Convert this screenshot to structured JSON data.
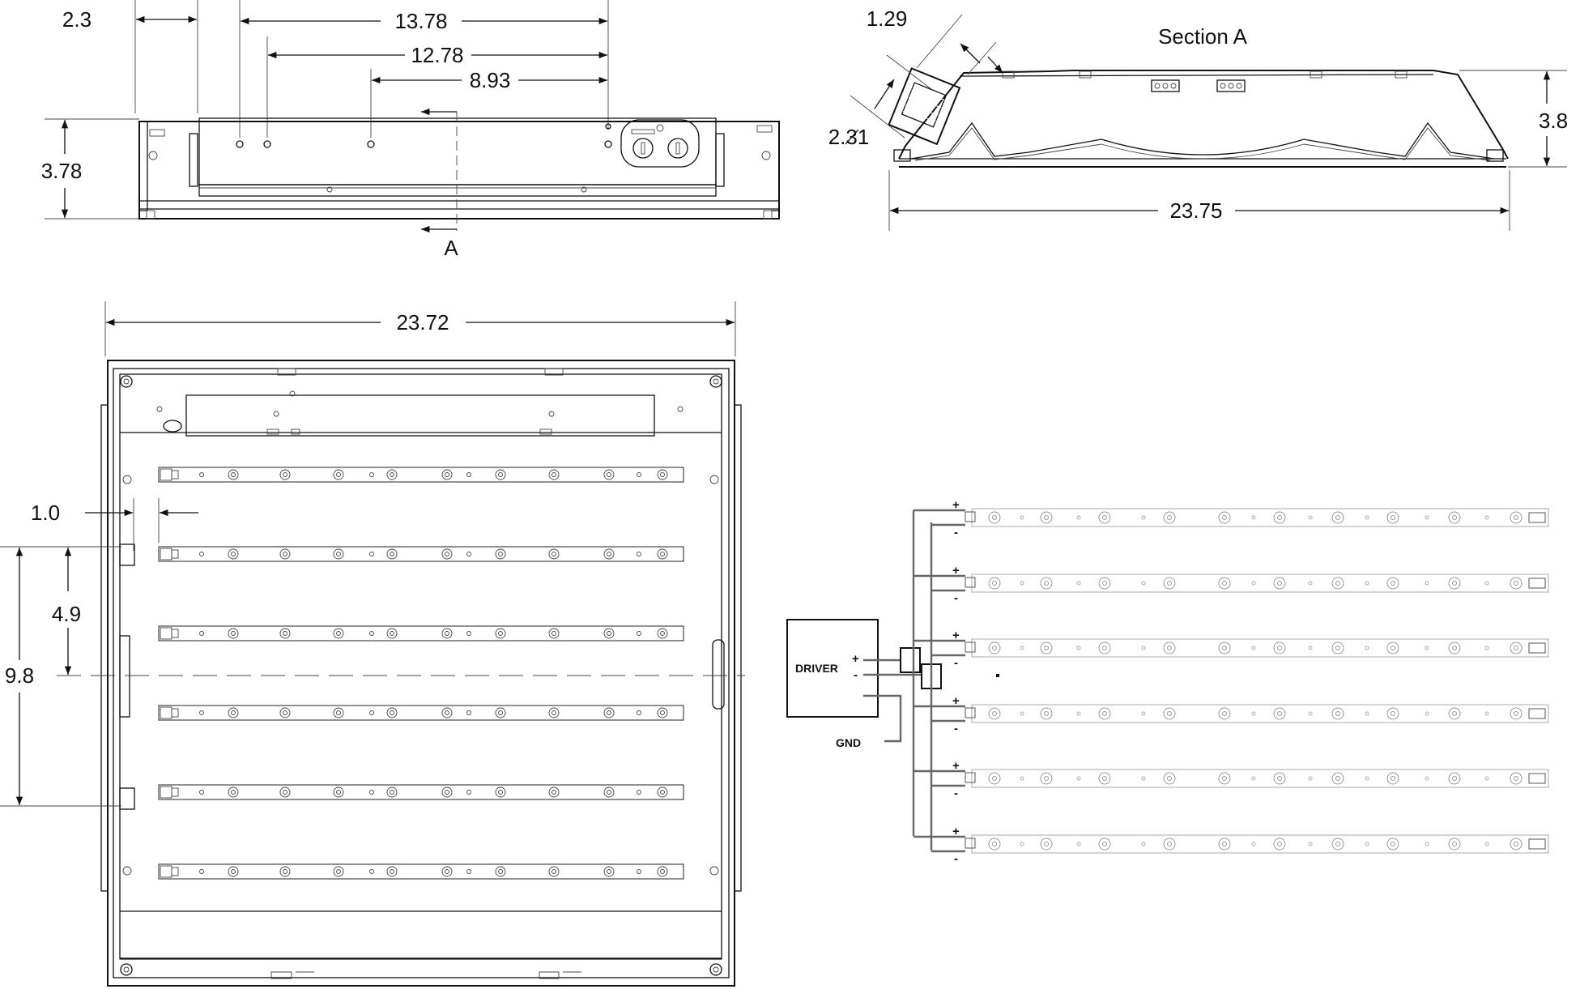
{
  "front_view": {
    "dims": {
      "d1": "2.3",
      "d2": "13.78",
      "d3": "12.78",
      "d4": "8.93",
      "height": "3.78"
    },
    "section_marker": "A"
  },
  "section_view": {
    "title": "Section A",
    "dims": {
      "d1": "1.29",
      "d2": "2.31",
      "height": "3.8",
      "width": "23.75"
    }
  },
  "plan_view": {
    "dims": {
      "width": "23.72",
      "edge": "1.0",
      "half": "4.9",
      "spacing": "9.8"
    },
    "led_strip_count": 6
  },
  "wiring": {
    "driver_label": "DRIVER",
    "plus": "+",
    "minus": "-",
    "gnd_label": "GND",
    "strip_plus": "+",
    "strip_minus": "-",
    "strip_count": 6,
    "wire_color": "#666666"
  }
}
